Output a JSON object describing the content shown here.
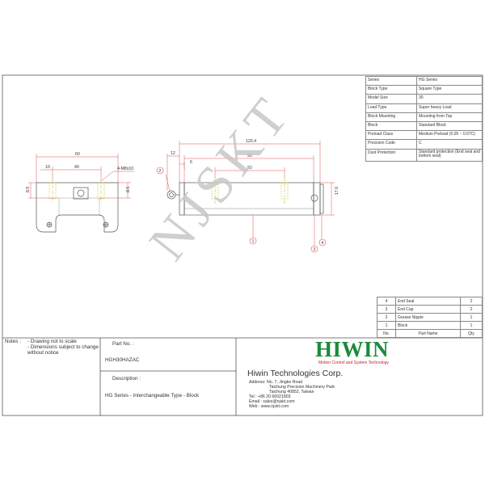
{
  "specs": [
    {
      "key": "Series",
      "value": "HG Series"
    },
    {
      "key": "Block Type",
      "value": "Square Type"
    },
    {
      "key": "Model Size",
      "value": "30"
    },
    {
      "key": "Load Type",
      "value": "Super heavy Load"
    },
    {
      "key": "Block Mounting",
      "value": "Mounting from Top"
    },
    {
      "key": "Block",
      "value": "Standard Block"
    },
    {
      "key": "Preload Class",
      "value": "Medium Preload (0.05 ~ 0.07C)"
    },
    {
      "key": "Precision Code",
      "value": "C"
    },
    {
      "key": "Dust Protection",
      "value": "Standard protection (End seal and bottom seal)"
    }
  ],
  "parts": {
    "rows": [
      {
        "no": "4",
        "name": "End Seal",
        "qty": "2"
      },
      {
        "no": "3",
        "name": "End Cap",
        "qty": "2"
      },
      {
        "no": "2",
        "name": "Grease Nipple",
        "qty": "1"
      },
      {
        "no": "1",
        "name": "Block",
        "qty": "1"
      }
    ],
    "header": {
      "no": "No.",
      "name": "Part Name",
      "qty": "Qty"
    }
  },
  "notes": {
    "label": "Notes :",
    "line1": "- Drawing not to scale",
    "line2": "- Dimensions subject to change",
    "line3": "without notice"
  },
  "part_no": {
    "label": "Part No. :",
    "value": "HGH30HAZAC"
  },
  "description": {
    "label": "Description :",
    "value": "HG Series - Interchangeable Type - Block"
  },
  "company": {
    "logo": "HIWIN",
    "slogan": "Motion Control and System Technology",
    "name": "Hiwin Technologies Corp.",
    "address_label": "Address:",
    "address_1": "No. 7, Jingke Road",
    "address_2": "Taichung Precision Machinery Park",
    "address_3": "Taichung 40852, Taiwan",
    "tel": "Tel : +86 20 66021803",
    "email": "Email : sales@njskt.com",
    "web": "Web : www.njskt.com"
  },
  "watermark": "NJSKT",
  "dims_front": {
    "width": "60",
    "bolt_span": "40",
    "edge": "10",
    "hole": "4-M8x10",
    "left_height": "8.5",
    "right_height": "8.5"
  },
  "dims_side": {
    "overall": "120.4",
    "body": "93",
    "bolt_pitch": "80",
    "nipple": "12",
    "end": "6",
    "height": "17.6"
  },
  "balloons": {
    "b1": "1",
    "b2": "2",
    "b3": "3",
    "b4": "4"
  },
  "colors": {
    "line": "#555555",
    "red": "#d9534f",
    "green_hidden": "#c9c32a",
    "logo_green": "#1b8a3a",
    "logo_red": "#c8202a"
  }
}
